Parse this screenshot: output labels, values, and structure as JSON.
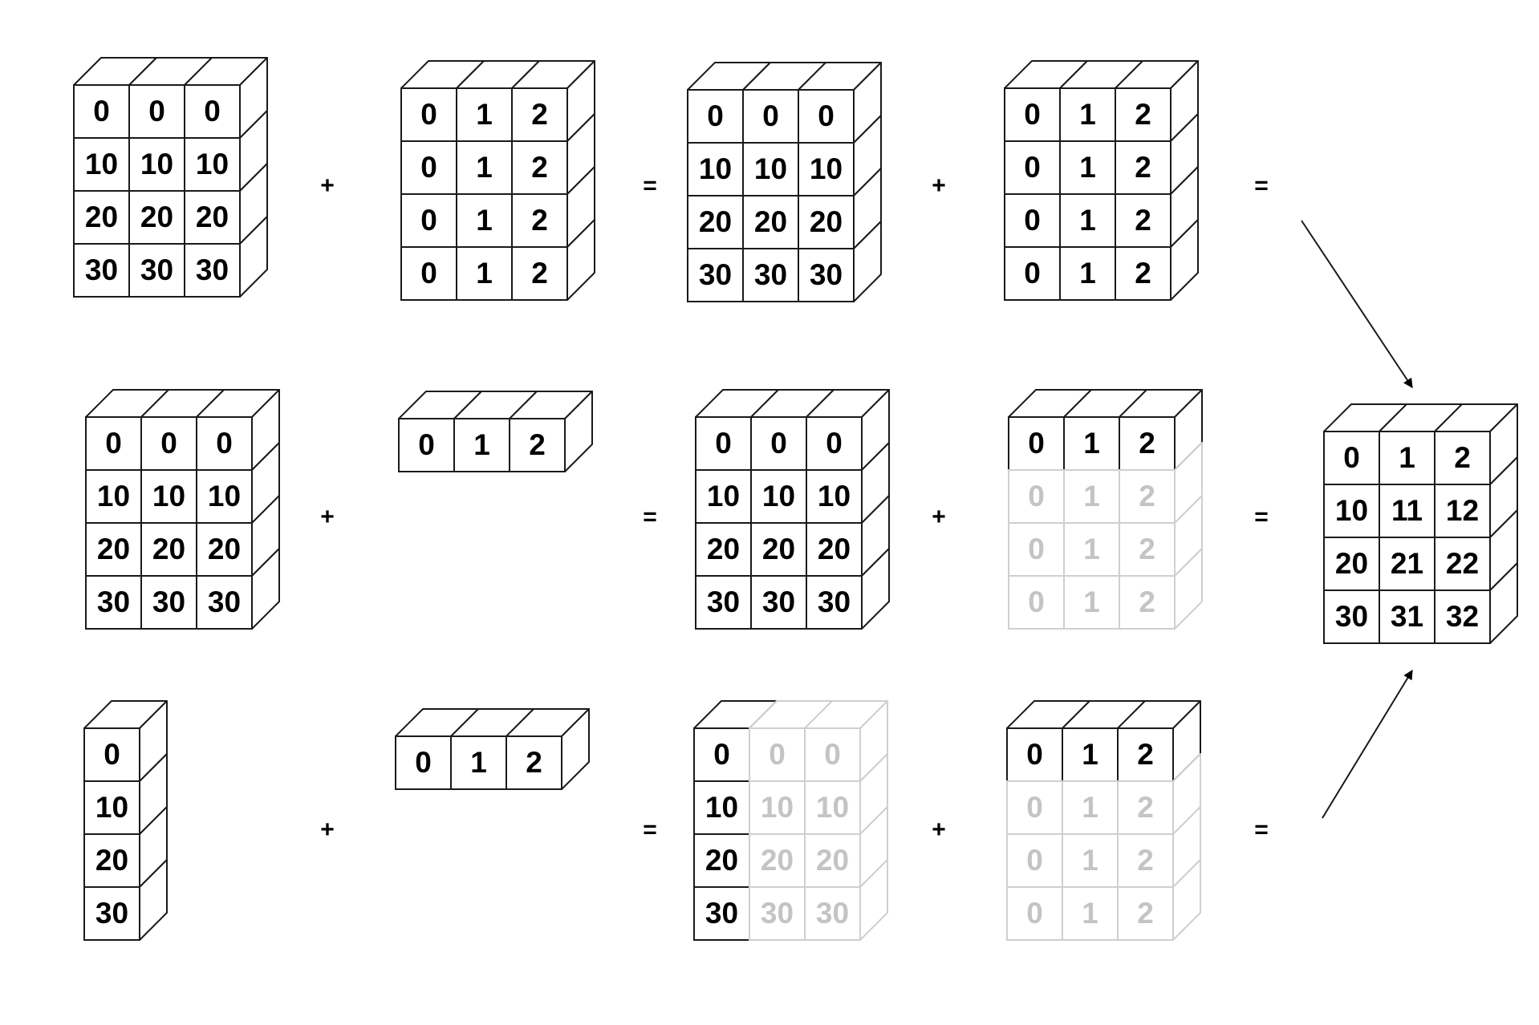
{
  "colors": {
    "stroke": "#1a1a1a",
    "text": "#000000",
    "ghost_stroke": "#cfcfcf",
    "ghost_text": "#c4c4c4"
  },
  "rows": [
    {
      "id": "row1",
      "operands": [
        {
          "name": "a",
          "values": [
            [
              "0",
              "0",
              "0"
            ],
            [
              "10",
              "10",
              "10"
            ],
            [
              "20",
              "20",
              "20"
            ],
            [
              "30",
              "30",
              "30"
            ]
          ]
        },
        {
          "name": "b",
          "values": [
            [
              "0",
              "1",
              "2"
            ],
            [
              "0",
              "1",
              "2"
            ],
            [
              "0",
              "1",
              "2"
            ],
            [
              "0",
              "1",
              "2"
            ]
          ]
        },
        {
          "name": "a-tiled",
          "values": [
            [
              "0",
              "0",
              "0"
            ],
            [
              "10",
              "10",
              "10"
            ],
            [
              "20",
              "20",
              "20"
            ],
            [
              "30",
              "30",
              "30"
            ]
          ]
        },
        {
          "name": "b-tiled",
          "values": [
            [
              "0",
              "1",
              "2"
            ],
            [
              "0",
              "1",
              "2"
            ],
            [
              "0",
              "1",
              "2"
            ],
            [
              "0",
              "1",
              "2"
            ]
          ]
        }
      ],
      "operators": [
        "+",
        "=",
        "+",
        "="
      ]
    },
    {
      "id": "row2",
      "operands": [
        {
          "name": "a",
          "values": [
            [
              "0",
              "0",
              "0"
            ],
            [
              "10",
              "10",
              "10"
            ],
            [
              "20",
              "20",
              "20"
            ],
            [
              "30",
              "30",
              "30"
            ]
          ]
        },
        {
          "name": "b",
          "values": [
            [
              "0",
              "1",
              "2"
            ]
          ]
        },
        {
          "name": "a-tiled",
          "values": [
            [
              "0",
              "0",
              "0"
            ],
            [
              "10",
              "10",
              "10"
            ],
            [
              "20",
              "20",
              "20"
            ],
            [
              "30",
              "30",
              "30"
            ]
          ]
        },
        {
          "name": "b-stretched",
          "values": [
            [
              "0",
              "1",
              "2"
            ],
            [
              "0",
              "1",
              "2"
            ],
            [
              "0",
              "1",
              "2"
            ],
            [
              "0",
              "1",
              "2"
            ]
          ],
          "ghost_rows_from": 1
        }
      ],
      "operators": [
        "+",
        "=",
        "+",
        "="
      ]
    },
    {
      "id": "row3",
      "operands": [
        {
          "name": "a",
          "values": [
            [
              "0"
            ],
            [
              "10"
            ],
            [
              "20"
            ],
            [
              "30"
            ]
          ]
        },
        {
          "name": "b",
          "values": [
            [
              "0",
              "1",
              "2"
            ]
          ]
        },
        {
          "name": "a-stretched",
          "values": [
            [
              "0",
              "0",
              "0"
            ],
            [
              "10",
              "10",
              "10"
            ],
            [
              "20",
              "20",
              "20"
            ],
            [
              "30",
              "30",
              "30"
            ]
          ],
          "ghost_cols_from": 1
        },
        {
          "name": "b-stretched",
          "values": [
            [
              "0",
              "1",
              "2"
            ],
            [
              "0",
              "1",
              "2"
            ],
            [
              "0",
              "1",
              "2"
            ],
            [
              "0",
              "1",
              "2"
            ]
          ],
          "ghost_rows_from": 1
        }
      ],
      "operators": [
        "+",
        "=",
        "+",
        "="
      ]
    }
  ],
  "result": {
    "name": "result",
    "values": [
      [
        "0",
        "1",
        "2"
      ],
      [
        "10",
        "11",
        "12"
      ],
      [
        "20",
        "21",
        "22"
      ],
      [
        "30",
        "31",
        "32"
      ]
    ]
  }
}
